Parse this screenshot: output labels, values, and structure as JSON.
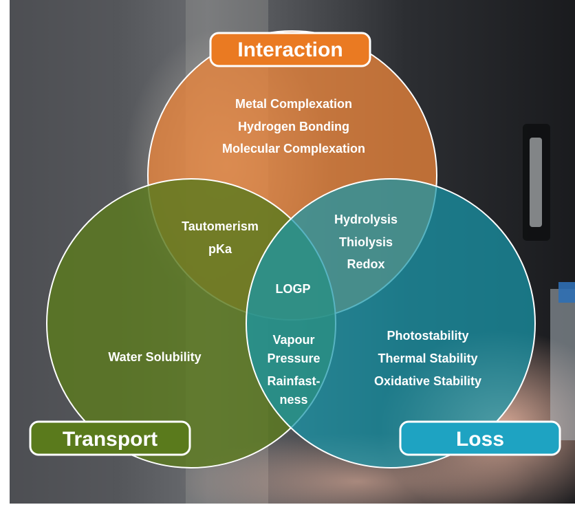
{
  "colors": {
    "interaction": "#e8833a",
    "transport": "#5b7a1f",
    "loss": "#1797ab",
    "label_border": "#ffffff",
    "text": "#ffffff"
  },
  "sets": {
    "interaction": {
      "title": "Interaction",
      "items": [
        "Metal Complexation",
        "Hydrogen Bonding",
        "Molecular Complexation"
      ]
    },
    "transport": {
      "title": "Transport",
      "items": [
        "Water Solubility"
      ]
    },
    "loss": {
      "title": "Loss",
      "items": [
        "Photostability",
        "Thermal Stability",
        "Oxidative Stability"
      ]
    }
  },
  "overlaps": {
    "interaction_transport": [
      "Tautomerism",
      "pKa"
    ],
    "interaction_loss": [
      "Hydrolysis",
      "Thiolysis",
      "Redox"
    ],
    "transport_loss": [
      "Vapour",
      "Pressure",
      "Rainfast-",
      "ness"
    ],
    "all": [
      "LOGP"
    ]
  }
}
